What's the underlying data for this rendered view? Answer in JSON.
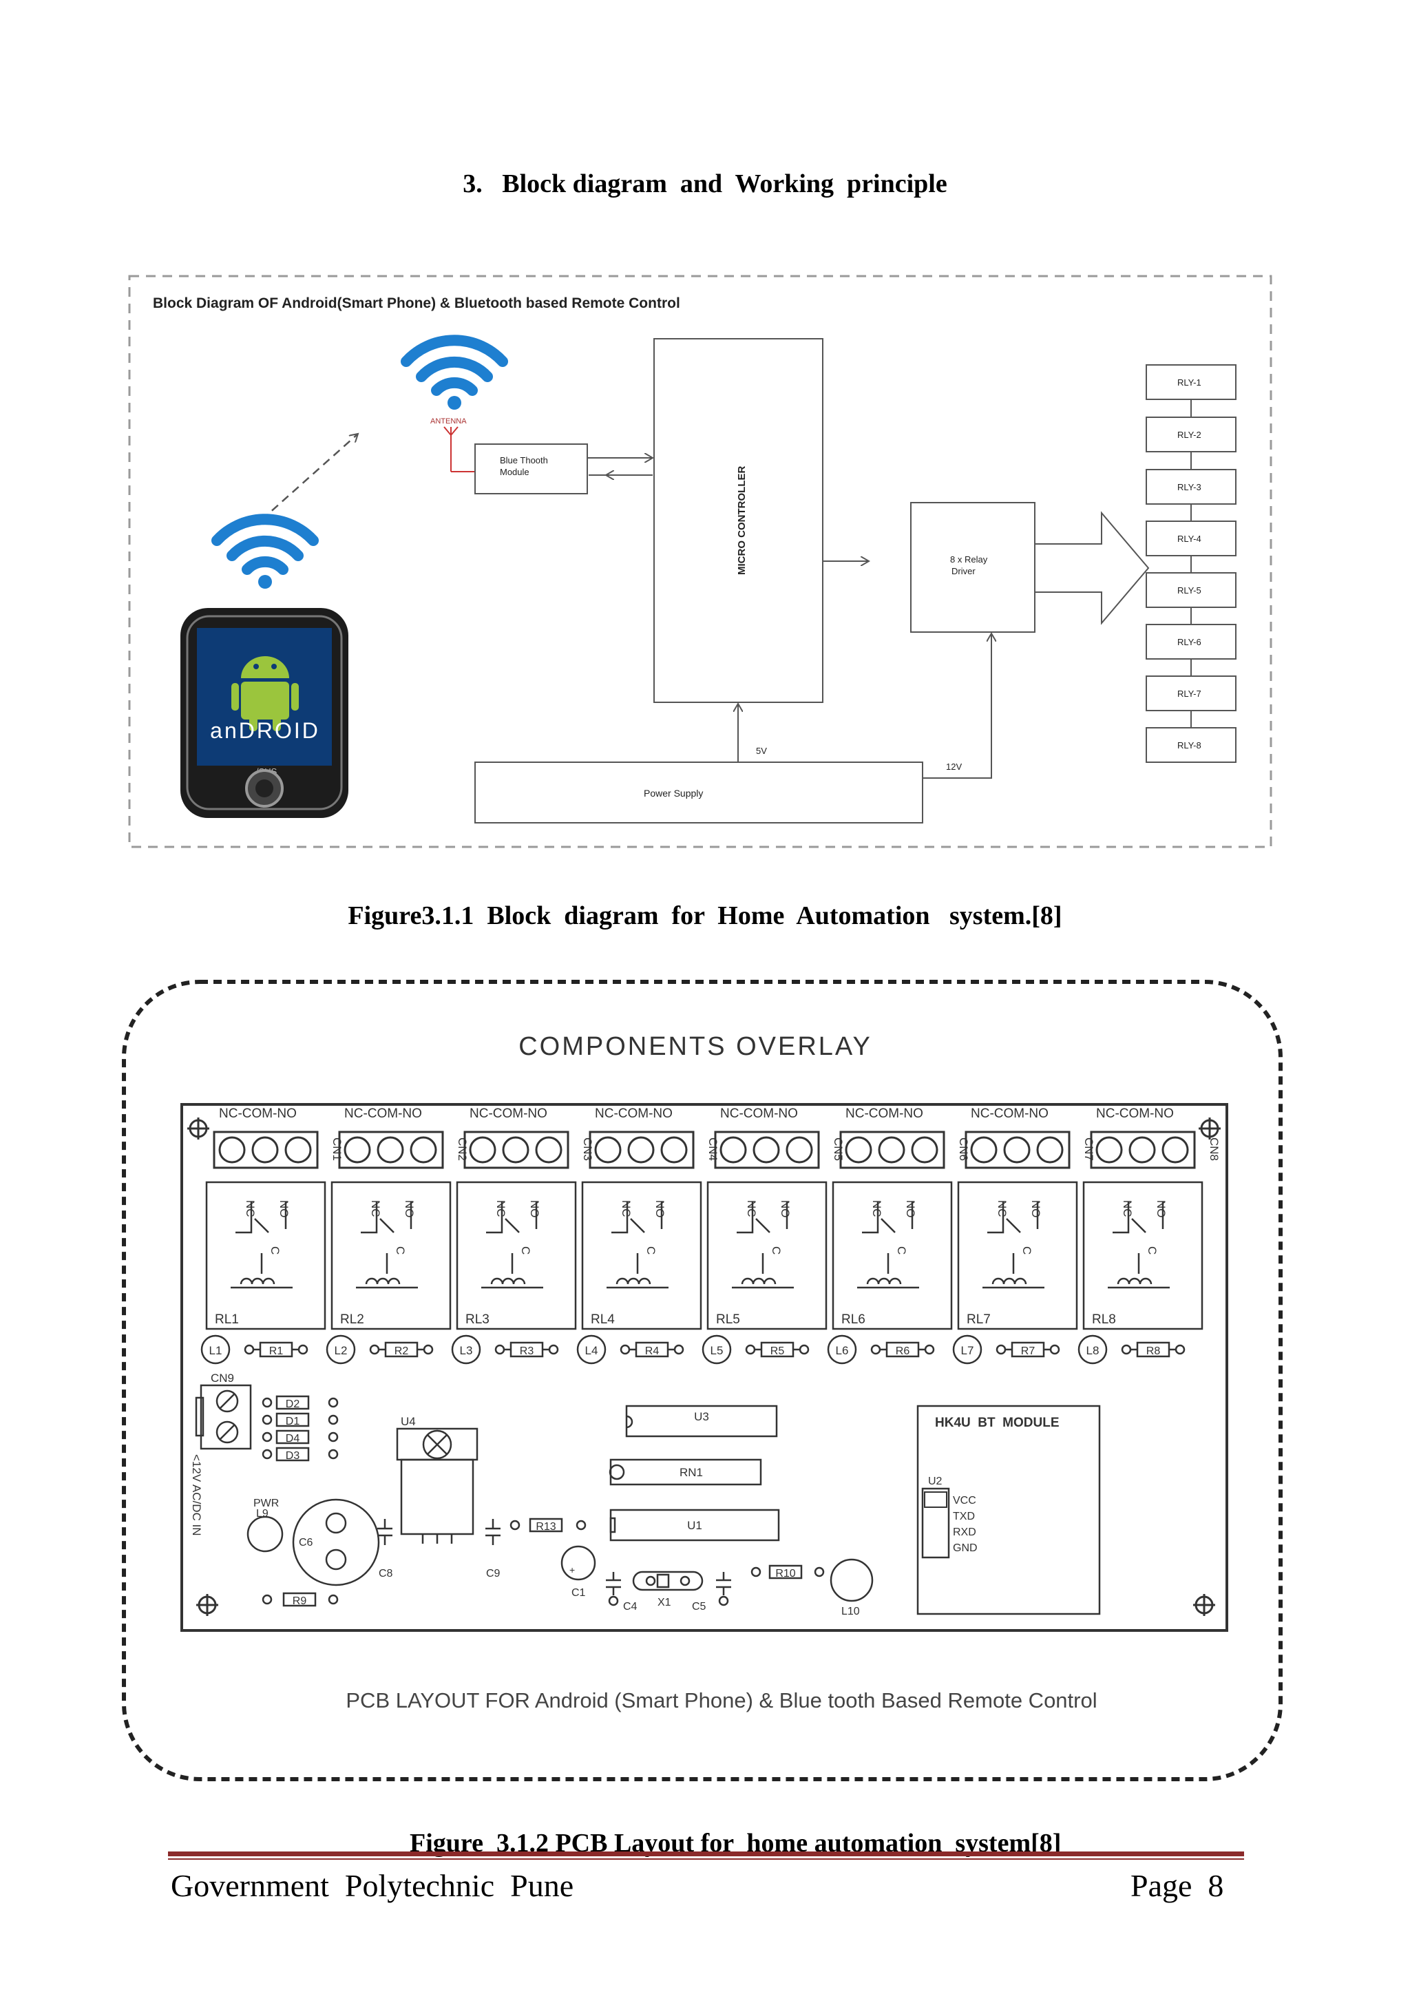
{
  "section_heading": "3.   Block diagram  and  Working  principle",
  "block_diagram": {
    "title": "Block Diagram OF Android(Smart Phone) & Bluetooth based Remote Control",
    "antenna_label": "ANTENNA",
    "bt_module_label_1": "Blue Thooth",
    "bt_module_label_2": "Module",
    "mcu_label": "MICRO CONTROLLER",
    "relay_driver_label_1": "8 x Relay",
    "relay_driver_label_2": "Driver",
    "power_supply_label": "Power Supply",
    "v5_label": "5V",
    "v12_label": "12V",
    "relays": [
      "RLY-1",
      "RLY-2",
      "RLY-3",
      "RLY-4",
      "RLY-5",
      "RLY-6",
      "RLY-7",
      "RLY-8"
    ],
    "phone_brand": "/SUS",
    "android_text": "anDROID"
  },
  "figure1_caption": "Figure3.1.1  Block  diagram  for  Home  Automation   system.[8]",
  "pcb": {
    "title": "COMPONENTS OVERLAY",
    "terminal_label": "NC-COM-NO",
    "connectors": [
      "CN1",
      "CN2",
      "CN3",
      "CN4",
      "CN5",
      "CN6",
      "CN7",
      "CN8"
    ],
    "relays": [
      "RL1",
      "RL2",
      "RL3",
      "RL4",
      "RL5",
      "RL6",
      "RL7",
      "RL8"
    ],
    "leds": [
      "L1",
      "L2",
      "L3",
      "L4",
      "L5",
      "L6",
      "L7",
      "L8"
    ],
    "resistors": [
      "R1",
      "R2",
      "R3",
      "R4",
      "R5",
      "R6",
      "R7",
      "R8"
    ],
    "nc": "NC",
    "no": "NO",
    "c": "C",
    "cn9": "CN9",
    "diodes": [
      "D2",
      "D1",
      "D4",
      "D3"
    ],
    "input_label": "<12V AC/DC IN",
    "pwr": "PWR",
    "l9": "L9",
    "c6": "C6",
    "r9": "R9",
    "u4": "U4",
    "c8": "C8",
    "c9": "C9",
    "u3": "U3",
    "rn1": "RN1",
    "u1": "U1",
    "r13": "R13",
    "c1": "C1",
    "c4": "C4",
    "x1": "X1",
    "c5": "C5",
    "r10": "R10",
    "l10": "L10",
    "bt_module": "HK4U  BT  MODULE",
    "u2": "U2",
    "pins": [
      "VCC",
      "TXD",
      "RXD",
      "GND"
    ],
    "caption": "PCB LAYOUT FOR Android (Smart Phone) & Blue tooth Based Remote Control"
  },
  "figure2_caption": "Figure  3.1.2 PCB Layout for  home automation  system[8]",
  "footer": {
    "left": "Government  Polytechnic  Pune",
    "right": "Page  8"
  },
  "colors": {
    "footer_rule": "#8b2a2a",
    "wifi_blue": "#1e7fd0",
    "android_green": "#9bc53d"
  }
}
